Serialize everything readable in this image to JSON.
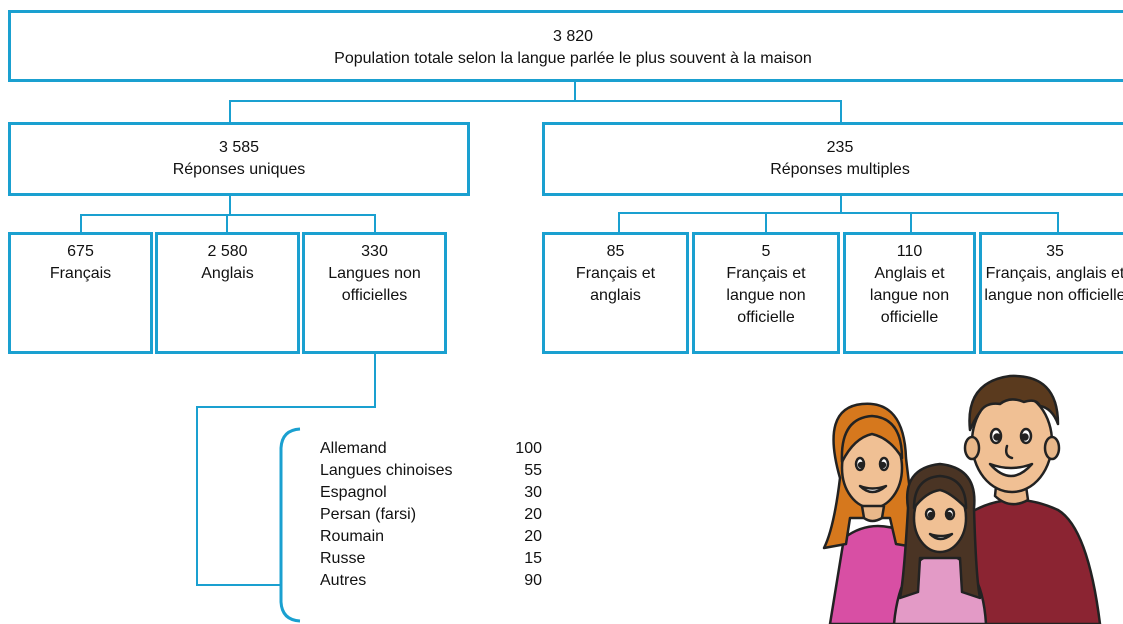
{
  "root": {
    "number": "3 820",
    "label": "Population totale selon la langue parlée le plus souvent à la maison"
  },
  "single": {
    "number": "3 585",
    "label": "Réponses uniques",
    "children": [
      {
        "number": "675",
        "label": "Français"
      },
      {
        "number": "2 580",
        "label": "Anglais"
      },
      {
        "number": "330",
        "label": "Langues non officielles"
      }
    ]
  },
  "multiple": {
    "number": "235",
    "label": "Réponses multiples",
    "children": [
      {
        "number": "85",
        "label": "Français et anglais"
      },
      {
        "number": "5",
        "label": "Français et langue non officielle"
      },
      {
        "number": "110",
        "label": "Anglais et langue non officielle"
      },
      {
        "number": "35",
        "label": "Français, anglais et langue non officielle"
      }
    ]
  },
  "non_official_breakdown": [
    {
      "language": "Allemand",
      "count": "100"
    },
    {
      "language": "Langues chinoises",
      "count": "55"
    },
    {
      "language": "Espagnol",
      "count": "30"
    },
    {
      "language": "Persan (farsi)",
      "count": "20"
    },
    {
      "language": "Roumain",
      "count": "20"
    },
    {
      "language": "Russe",
      "count": "15"
    },
    {
      "language": "Autres",
      "count": "90"
    }
  ],
  "colors": {
    "accent": "#1aa0d0"
  },
  "illustration": "family-of-three"
}
